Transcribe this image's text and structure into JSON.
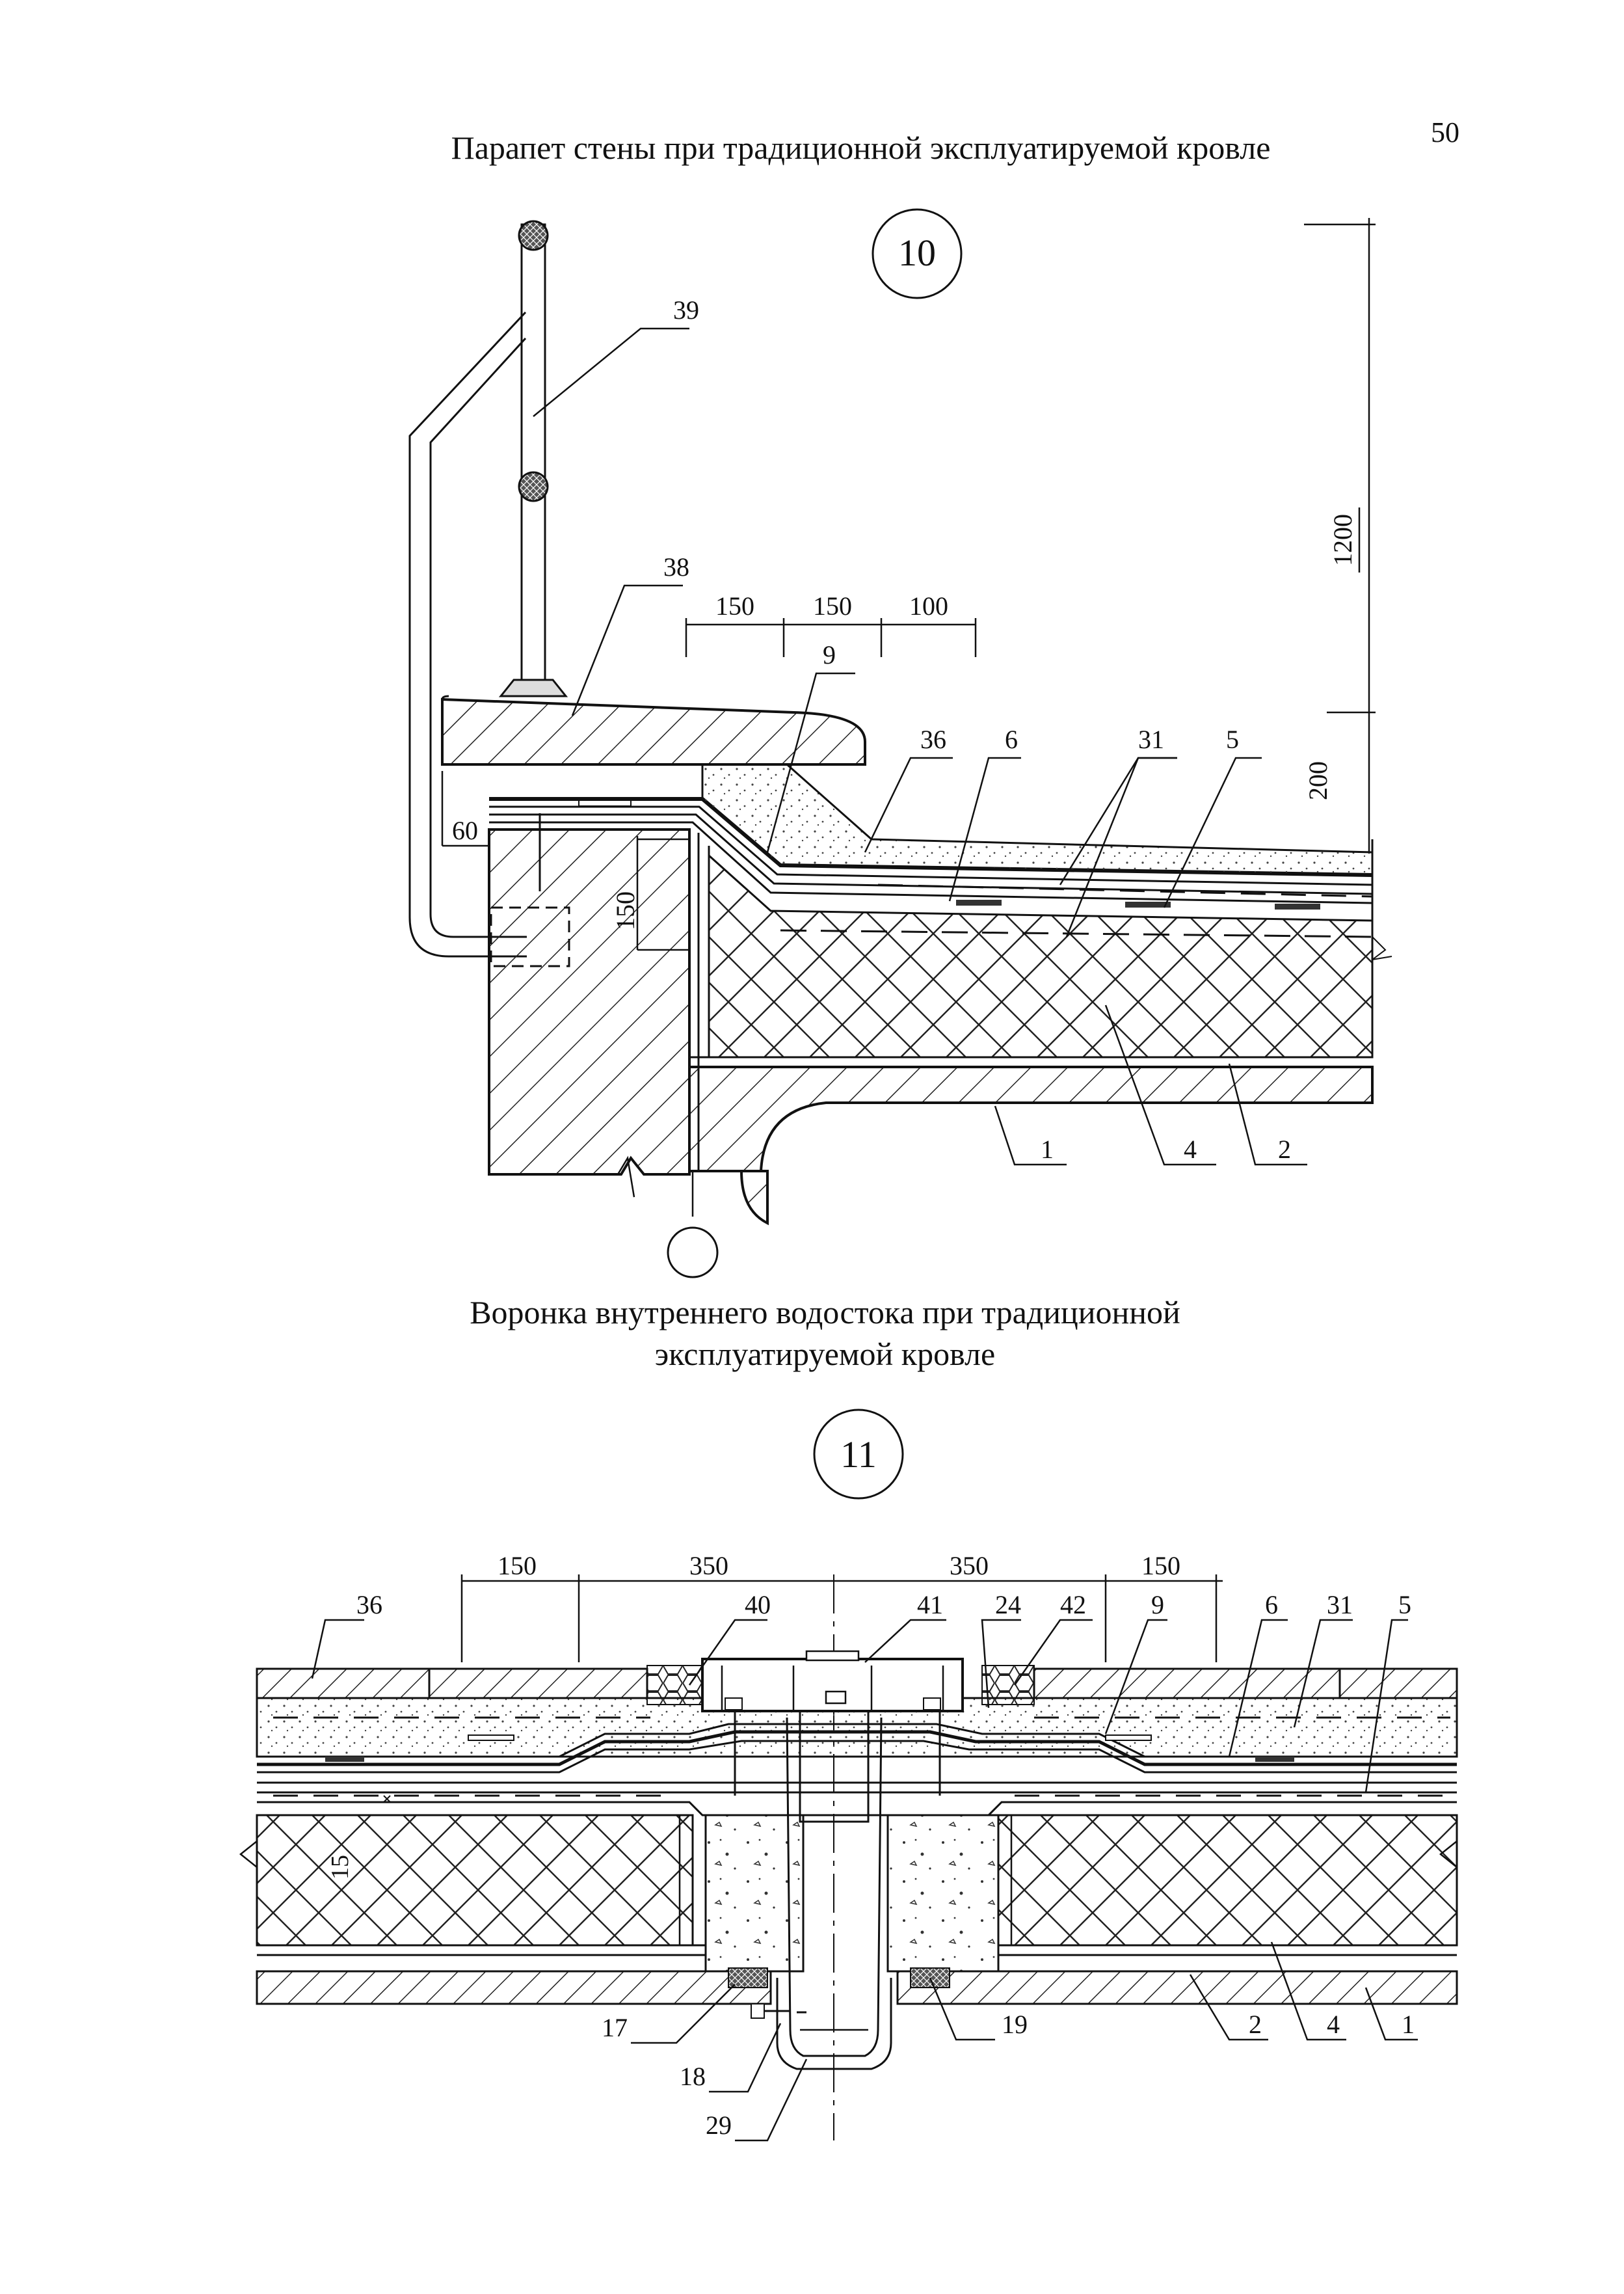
{
  "page_number": "50",
  "figure10": {
    "title": "Парапет стены при традиционной эксплуатируемой кровле",
    "number": "10",
    "dims": {
      "d1": "150",
      "d2": "150",
      "d3": "100",
      "h1200": "1200",
      "h200": "200",
      "h150": "150",
      "w60": "60"
    },
    "callouts": {
      "c39": "39",
      "c38": "38",
      "c9": "9",
      "c36": "36",
      "c6": "6",
      "c31": "31",
      "c5": "5",
      "c1": "1",
      "c4": "4",
      "c2": "2"
    }
  },
  "figure11": {
    "title_line1": "Воронка внутреннего водостока при традиционной",
    "title_line2": "эксплуатируемой кровле",
    "number": "11",
    "dims": {
      "d1": "150",
      "d2": "350",
      "d3": "350",
      "d4": "150",
      "s15": "15"
    },
    "callouts": {
      "c36": "36",
      "c40": "40",
      "c41": "41",
      "c24": "24",
      "c42": "42",
      "c9": "9",
      "c6": "6",
      "c31": "31",
      "c5": "5",
      "c17": "17",
      "c18": "18",
      "c29": "29",
      "c19": "19",
      "c2": "2",
      "c4": "4",
      "c1": "1"
    }
  }
}
